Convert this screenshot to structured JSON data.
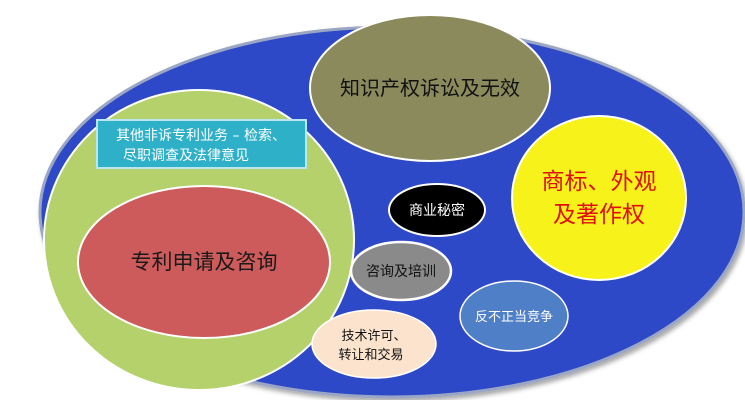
{
  "diagram": {
    "regions": {
      "ip_litigation": "知识产权诉讼及无效",
      "other_nonlitigation_line1": "其他非诉专利业务 – 检索、",
      "other_nonlitigation_line2": "尽职调查及法律意见",
      "patent_application": "专利申请及咨询",
      "trademark_line1": "商标、外观",
      "trademark_line2": "及著作权",
      "trade_secret": "商业秘密",
      "consulting_training": "咨询及培训",
      "unfair_competition": "反不正当竞争",
      "licensing_line1": "技术许可、",
      "licensing_line2": "转让和交易"
    },
    "colors": {
      "outer": "#2f49c7",
      "green": "#b5d16b",
      "olive": "#8a8a5c",
      "red": "#cd5b5b",
      "teal_box": "#2eb0c9",
      "yellow": "#f6f21a",
      "black": "#000000",
      "gray": "#8a8a8a",
      "steel_blue": "#4f7fc6",
      "peach": "#fce3cd"
    }
  }
}
